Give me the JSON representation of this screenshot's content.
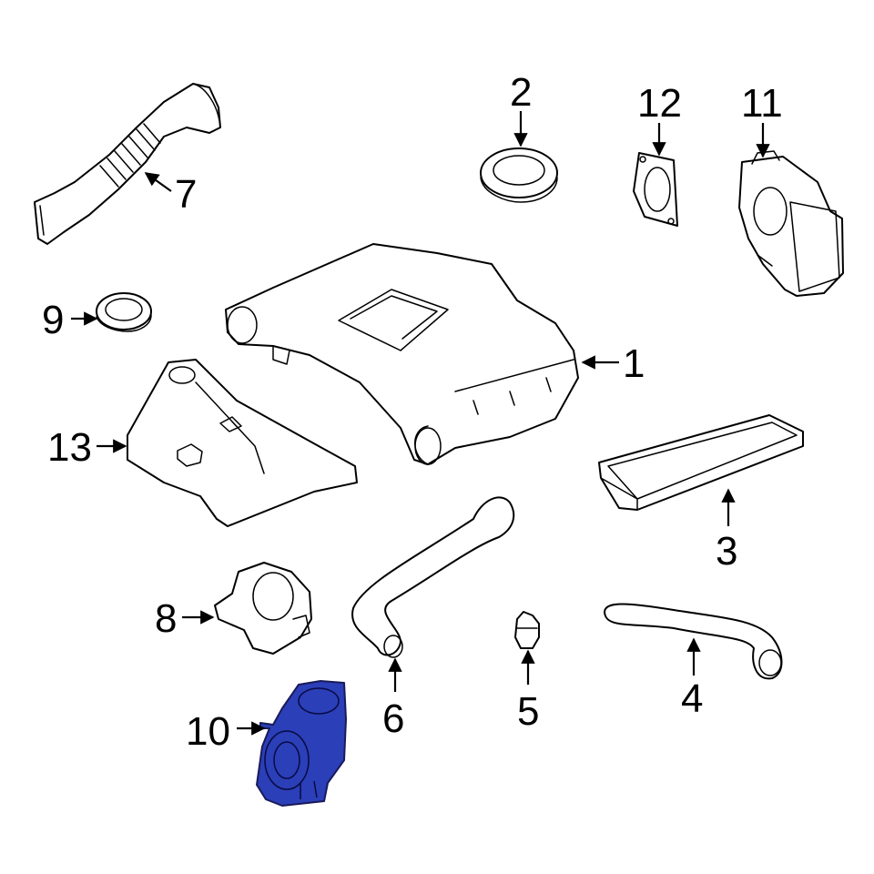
{
  "callouts": {
    "c1": "1",
    "c2": "2",
    "c3": "3",
    "c4": "4",
    "c5": "5",
    "c6": "6",
    "c7": "7",
    "c8": "8",
    "c9": "9",
    "c10": "10",
    "c11": "11",
    "c12": "12",
    "c13": "13"
  },
  "colors": {
    "highlight_part": "#2a3fb8",
    "line": "#000000",
    "background": "#ffffff"
  },
  "highlighted_callout": "10"
}
